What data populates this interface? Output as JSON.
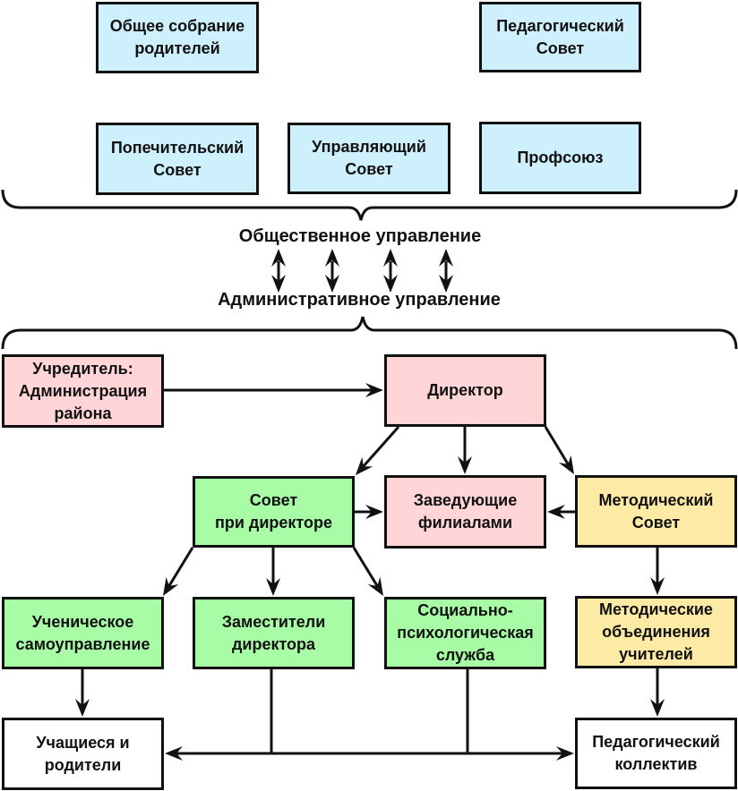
{
  "diagram": {
    "public_governance": {
      "label": "Общественное управление",
      "bodies": [
        {
          "id": "parents-meeting",
          "label": "Общее собрание\nродителей",
          "color": "#cdf0fc"
        },
        {
          "id": "pedagogical-council",
          "label": "Педагогический\nСовет",
          "color": "#cdf0fc"
        },
        {
          "id": "board-of-trustees",
          "label": "Попечительский\nСовет",
          "color": "#cdf0fc"
        },
        {
          "id": "governing-council",
          "label": "Управляющий\nСовет",
          "color": "#cdf0fc"
        },
        {
          "id": "trade-union",
          "label": "Профсоюз",
          "color": "#cdf0fc"
        }
      ]
    },
    "link_arrows_count": 4,
    "administrative_governance": {
      "label": "Административное управление",
      "nodes": [
        {
          "id": "founder",
          "label": "Учредитель:\nАдминистрация\nрайона",
          "color": "#ffd5d8"
        },
        {
          "id": "director",
          "label": "Директор",
          "color": "#ffd5d8"
        },
        {
          "id": "council-director",
          "label": "Совет\nпри директоре",
          "color": "#a8fca6"
        },
        {
          "id": "branch-heads",
          "label": "Заведующие\nфилиалами",
          "color": "#ffd5d8"
        },
        {
          "id": "methodical-council",
          "label": "Методический\nСовет",
          "color": "#fdeba5"
        },
        {
          "id": "student-government",
          "label": "Ученическое\nсамоуправление",
          "color": "#a8fca6"
        },
        {
          "id": "deputy-directors",
          "label": "Заместители\nдиректора",
          "color": "#a8fca6"
        },
        {
          "id": "social-psych-service",
          "label": "Социально-\nпсихологическая\nслужба",
          "color": "#a8fca6"
        },
        {
          "id": "methodical-associations",
          "label": "Методические\nобъединения\nучителей",
          "color": "#fdeba5"
        },
        {
          "id": "students-parents",
          "label": "Учащиеся и\nродители",
          "color": "#ffffff"
        },
        {
          "id": "teaching-staff",
          "label": "Педагогический\nколлектив",
          "color": "#ffffff"
        }
      ],
      "edges": [
        {
          "from": "founder",
          "to": "director"
        },
        {
          "from": "director",
          "to": "council-director"
        },
        {
          "from": "director",
          "to": "branch-heads"
        },
        {
          "from": "director",
          "to": "methodical-council"
        },
        {
          "from": "council-director",
          "to": "branch-heads"
        },
        {
          "from": "methodical-council",
          "to": "branch-heads"
        },
        {
          "from": "council-director",
          "to": "student-government"
        },
        {
          "from": "council-director",
          "to": "deputy-directors"
        },
        {
          "from": "council-director",
          "to": "social-psych-service"
        },
        {
          "from": "methodical-council",
          "to": "methodical-associations"
        },
        {
          "from": "student-government",
          "to": "students-parents"
        },
        {
          "from": "methodical-associations",
          "to": "teaching-staff"
        },
        {
          "from": "deputy-directors",
          "to": "students-parents"
        },
        {
          "from": "deputy-directors",
          "to": "teaching-staff"
        },
        {
          "from": "social-psych-service",
          "to": "students-parents"
        },
        {
          "from": "social-psych-service",
          "to": "teaching-staff"
        }
      ]
    }
  }
}
